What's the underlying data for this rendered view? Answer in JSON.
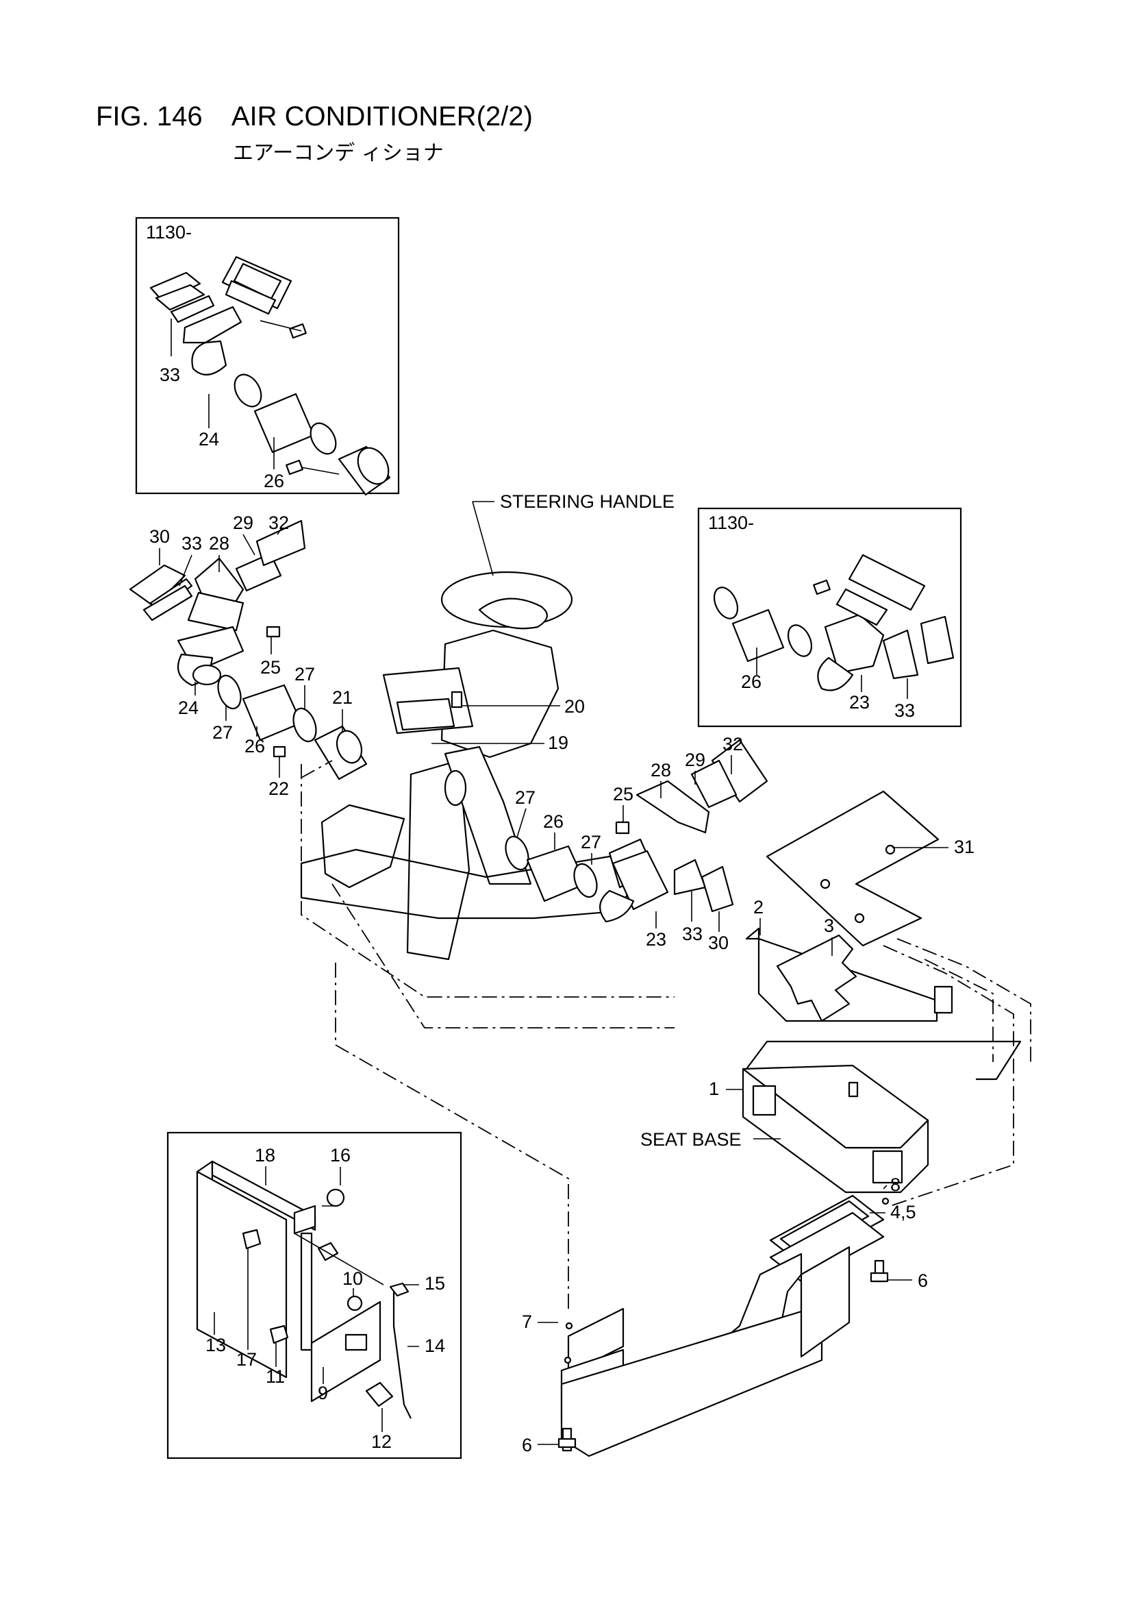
{
  "title": {
    "figure": "FIG. 146",
    "name": "AIR CONDITIONER(2/2)",
    "japanese": "エアーコンデ ィショナ"
  },
  "insets": {
    "upper_left": {
      "serial": "1130-",
      "callouts": [
        "33",
        "24",
        "26"
      ]
    },
    "upper_right": {
      "serial": "1130-",
      "callouts": [
        "26",
        "23",
        "33"
      ]
    },
    "lower_left": {
      "callouts": [
        "18",
        "16",
        "15",
        "10",
        "14",
        "13",
        "17",
        "11",
        "9",
        "12"
      ]
    }
  },
  "labels": {
    "steering_handle": "STEERING HANDLE",
    "seat_base": "SEAT BASE"
  },
  "main_callouts": [
    "30",
    "33",
    "28",
    "29",
    "32",
    "25",
    "27",
    "24",
    "27",
    "26",
    "21",
    "22",
    "20",
    "19",
    "32",
    "29",
    "28",
    "25",
    "27",
    "26",
    "27",
    "23",
    "33",
    "30",
    "31",
    "2",
    "3",
    "1",
    "8",
    "4,5",
    "6",
    "7",
    "6"
  ]
}
